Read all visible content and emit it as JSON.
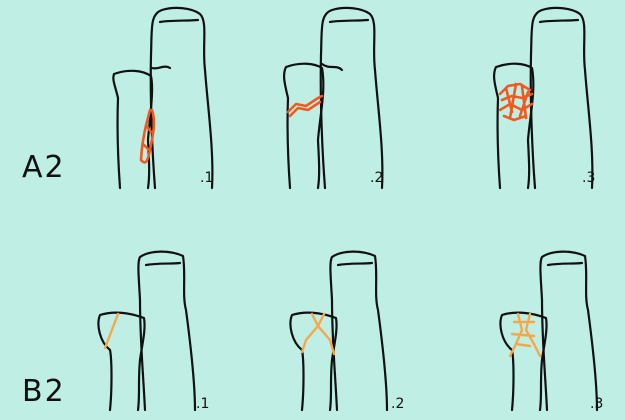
{
  "rows": [
    {
      "label": "A2",
      "panels": [
        "1",
        "2",
        "3"
      ]
    },
    {
      "label": "B2",
      "panels": [
        "1",
        "2",
        "3"
      ]
    }
  ],
  "colors": {
    "background": "#bfeee5",
    "outline": "#111111",
    "fracture_A": "#f05a1e",
    "fracture_B": "#f5a84a"
  }
}
